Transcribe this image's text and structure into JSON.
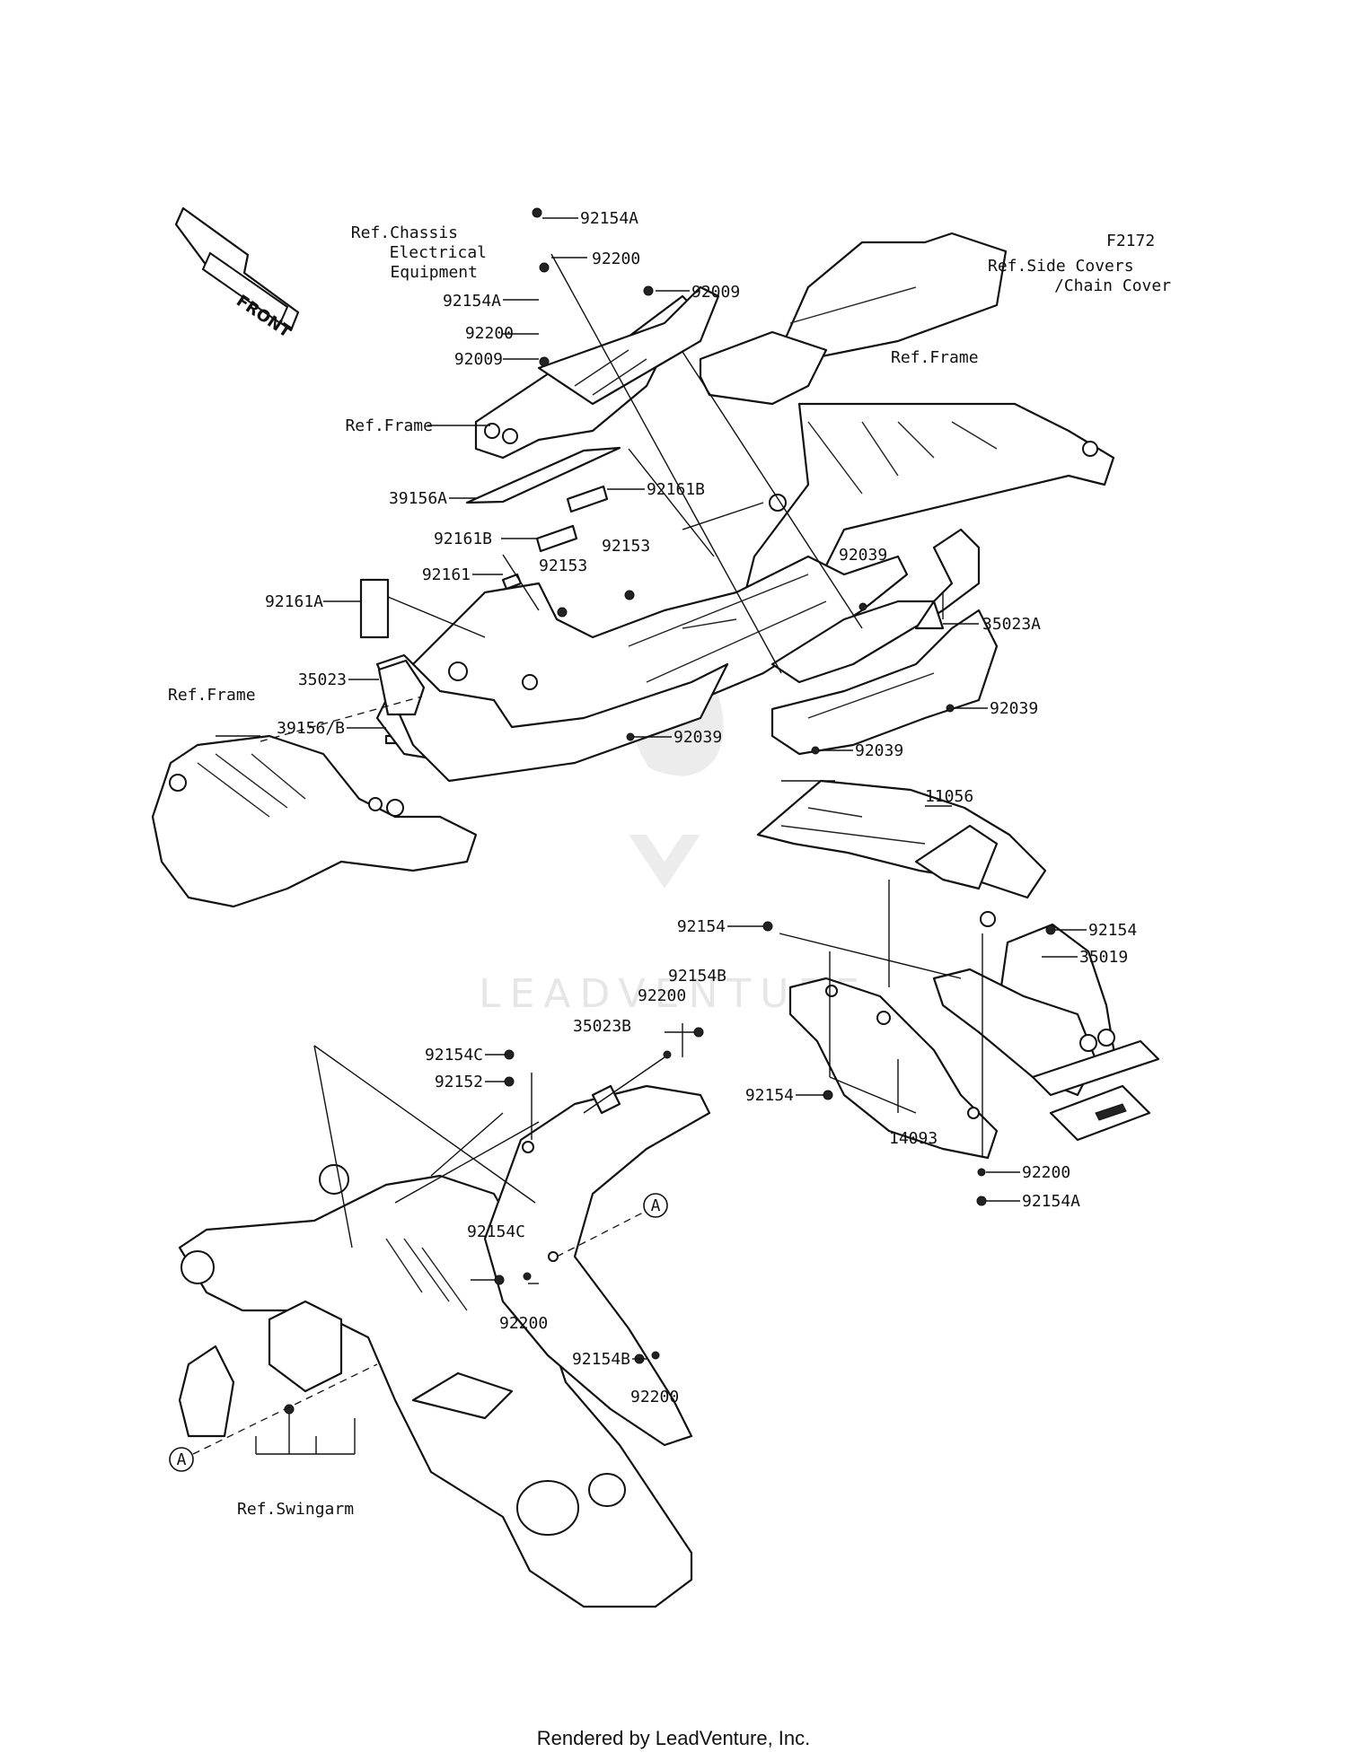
{
  "diagram_code": "F2172",
  "watermark": "LEADVENTURE",
  "footer": "Rendered by LeadVenture, Inc.",
  "front_marker": "FRONT",
  "references": {
    "chassis_line1": "Ref.Chassis",
    "chassis_line2": "Electrical",
    "chassis_line3": "Equipment",
    "side_covers_line1": "Ref.Side Covers",
    "side_covers_line2": "/Chain Cover",
    "frame_right": "Ref.Frame",
    "frame_upper_left": "Ref.Frame",
    "frame_lower_left": "Ref.Frame",
    "swingarm": "Ref.Swingarm"
  },
  "callouts": {
    "a_upper": "A",
    "a_lower": "A"
  },
  "part_labels": {
    "p92154A_top": "92154A",
    "p92200_top": "92200",
    "p92154A_2": "92154A",
    "p92009_right": "92009",
    "p92200_2": "92200",
    "p92009_left": "92009",
    "p39156A": "39156A",
    "p92161B_right": "92161B",
    "p92161B_left": "92161B",
    "p92153_right": "92153",
    "p92161": "92161",
    "p92153_left": "92153",
    "p92161A": "92161A",
    "p92039_top": "92039",
    "p35023A": "35023A",
    "p35023": "35023",
    "p39156B": "39156/B",
    "p92039_right": "92039",
    "p92039_left": "92039",
    "p92039_low": "92039",
    "p11056": "11056",
    "p92154_left": "92154",
    "p92154_right": "92154",
    "p35019": "35019",
    "p92154B_top": "92154B",
    "p92200_mid": "92200",
    "p35023B": "35023B",
    "p92154C_top": "92154C",
    "p92152": "92152",
    "p92154_low": "92154",
    "p14093": "14093",
    "p92200_right": "92200",
    "p92154A_bottom": "92154A",
    "p92154C_low": "92154C",
    "p92200_low": "92200",
    "p92154B_low": "92154B",
    "p92200_bottom": "92200"
  }
}
